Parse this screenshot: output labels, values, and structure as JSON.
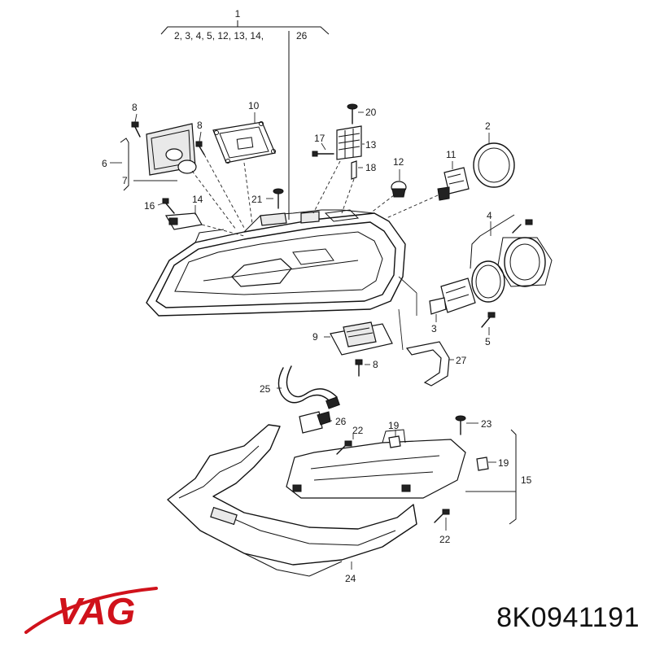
{
  "header": {
    "assembly_number": "1",
    "assembly_parts": "2, 3, 4, 5, 12, 13, 14,",
    "assembly_parts_end": "26"
  },
  "callouts": [
    {
      "id": "c-2",
      "text": "2"
    },
    {
      "id": "c-3",
      "text": "3"
    },
    {
      "id": "c-4",
      "text": "4"
    },
    {
      "id": "c-5",
      "text": "5"
    },
    {
      "id": "c-6",
      "text": "6"
    },
    {
      "id": "c-7",
      "text": "7"
    },
    {
      "id": "c-8a",
      "text": "8"
    },
    {
      "id": "c-8b",
      "text": "8"
    },
    {
      "id": "c-8c",
      "text": "8"
    },
    {
      "id": "c-9",
      "text": "9"
    },
    {
      "id": "c-10",
      "text": "10"
    },
    {
      "id": "c-11",
      "text": "11"
    },
    {
      "id": "c-12",
      "text": "12"
    },
    {
      "id": "c-13",
      "text": "13"
    },
    {
      "id": "c-14",
      "text": "14"
    },
    {
      "id": "c-15",
      "text": "15"
    },
    {
      "id": "c-16",
      "text": "16"
    },
    {
      "id": "c-17",
      "text": "17"
    },
    {
      "id": "c-18",
      "text": "18"
    },
    {
      "id": "c-19a",
      "text": "19"
    },
    {
      "id": "c-19b",
      "text": "19"
    },
    {
      "id": "c-20",
      "text": "20"
    },
    {
      "id": "c-21",
      "text": "21"
    },
    {
      "id": "c-22a",
      "text": "22"
    },
    {
      "id": "c-22b",
      "text": "22"
    },
    {
      "id": "c-23",
      "text": "23"
    },
    {
      "id": "c-24",
      "text": "24"
    },
    {
      "id": "c-25",
      "text": "25"
    },
    {
      "id": "c-26",
      "text": "26"
    },
    {
      "id": "c-27",
      "text": "27"
    }
  ],
  "brand": {
    "logo_text": "VAG",
    "logo_color": "#d0121b"
  },
  "part_number": "8K0941191"
}
